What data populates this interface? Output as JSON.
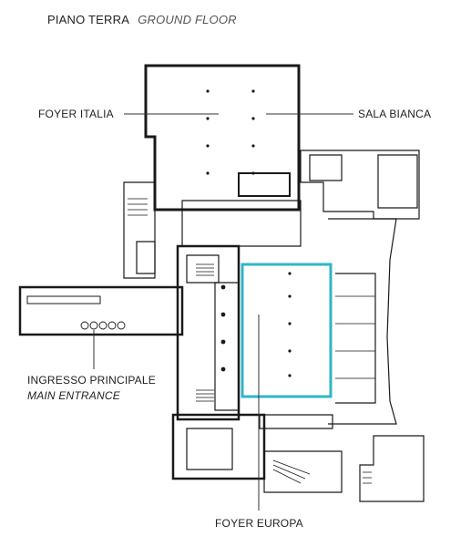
{
  "header": {
    "title": "PIANO TERRA",
    "subtitle": "GROUND FLOOR"
  },
  "labels": {
    "foyer_italia": "FOYER ITALIA",
    "sala_bianca": "SALA BIANCA",
    "entrance": "INGRESSO PRINCIPALE",
    "entrance_en": "MAIN ENTRANCE",
    "foyer_europa": "FOYER EUROPA"
  },
  "colors": {
    "wall": "#1a1a1a",
    "highlight": "#2fb6c6",
    "leader": "#333333"
  }
}
